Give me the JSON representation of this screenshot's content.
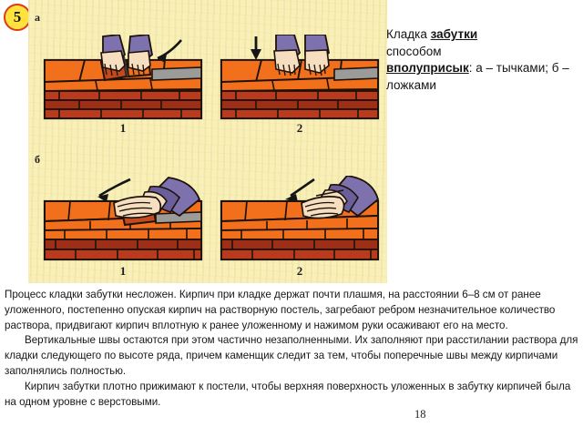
{
  "slide": {
    "badge_number": "5",
    "page_number": "18"
  },
  "illustration": {
    "section_labels": {
      "top": "а",
      "bottom": "б"
    },
    "panel_numbers": [
      "1",
      "2",
      "1",
      "2"
    ],
    "colors": {
      "plate_bg": "#f7eeb4",
      "brick_top": "#f2701c",
      "brick_face": "#b93a1c",
      "brick_face_dark": "#9e2f16",
      "mortar": "#9b9b99",
      "outline": "#1d1208",
      "sleeve": "#7d72ad",
      "sleeve_shade": "#6a5f9b",
      "skin": "#f6dfc0",
      "skin_shade": "#e7c39a",
      "arrow": "#151515"
    },
    "panels": [
      {
        "id": "panel-a-1",
        "label": "1",
        "section": "а",
        "arrow": "curved-left",
        "hands": "two-hands-vertical",
        "mortar": true
      },
      {
        "id": "panel-a-2",
        "label": "2",
        "section": "а",
        "arrow": "straight-down",
        "hands": "two-hands-vertical",
        "mortar": true
      },
      {
        "id": "panel-b-1",
        "label": "1",
        "section": "б",
        "arrow": "curved-left",
        "hands": "one-hand-flat",
        "mortar": true
      },
      {
        "id": "panel-b-2",
        "label": "2",
        "section": "б",
        "arrow": "straight-diagonal",
        "hands": "one-hand-flat",
        "mortar": false
      }
    ]
  },
  "caption": {
    "line1_prefix": " Кладка ",
    "line1_bold": "забутки",
    "line2": "способом",
    "line3_bold": "вполуприсык",
    "line3_rest": ": а – тычками; б – ложками"
  },
  "body": {
    "paragraphs": [
      "Процесс кладки забутки несложен. Кирпич при кладке держат почти плашмя, на расстоянии 6–8 см от ранее уложенного, постепенно опуская кирпич на растворную постель, загребают ребром незначительное количество раствора, придвигают кирпич вплотную к ранее уложенному и нажимом руки осаживают его на место.",
      "Вертикальные швы остаются при этом частично незаполненными. Их заполняют при расстилании раствора для кладки следующего по высоте ряда, причем каменщик следит за тем, чтобы поперечные швы между кирпичами заполнялись полностью.",
      "Кирпич забутки плотно прижимают к постели, чтобы верхняя поверхность уложенных в забутку кирпичей была на одном уровне с верстовыми."
    ]
  }
}
